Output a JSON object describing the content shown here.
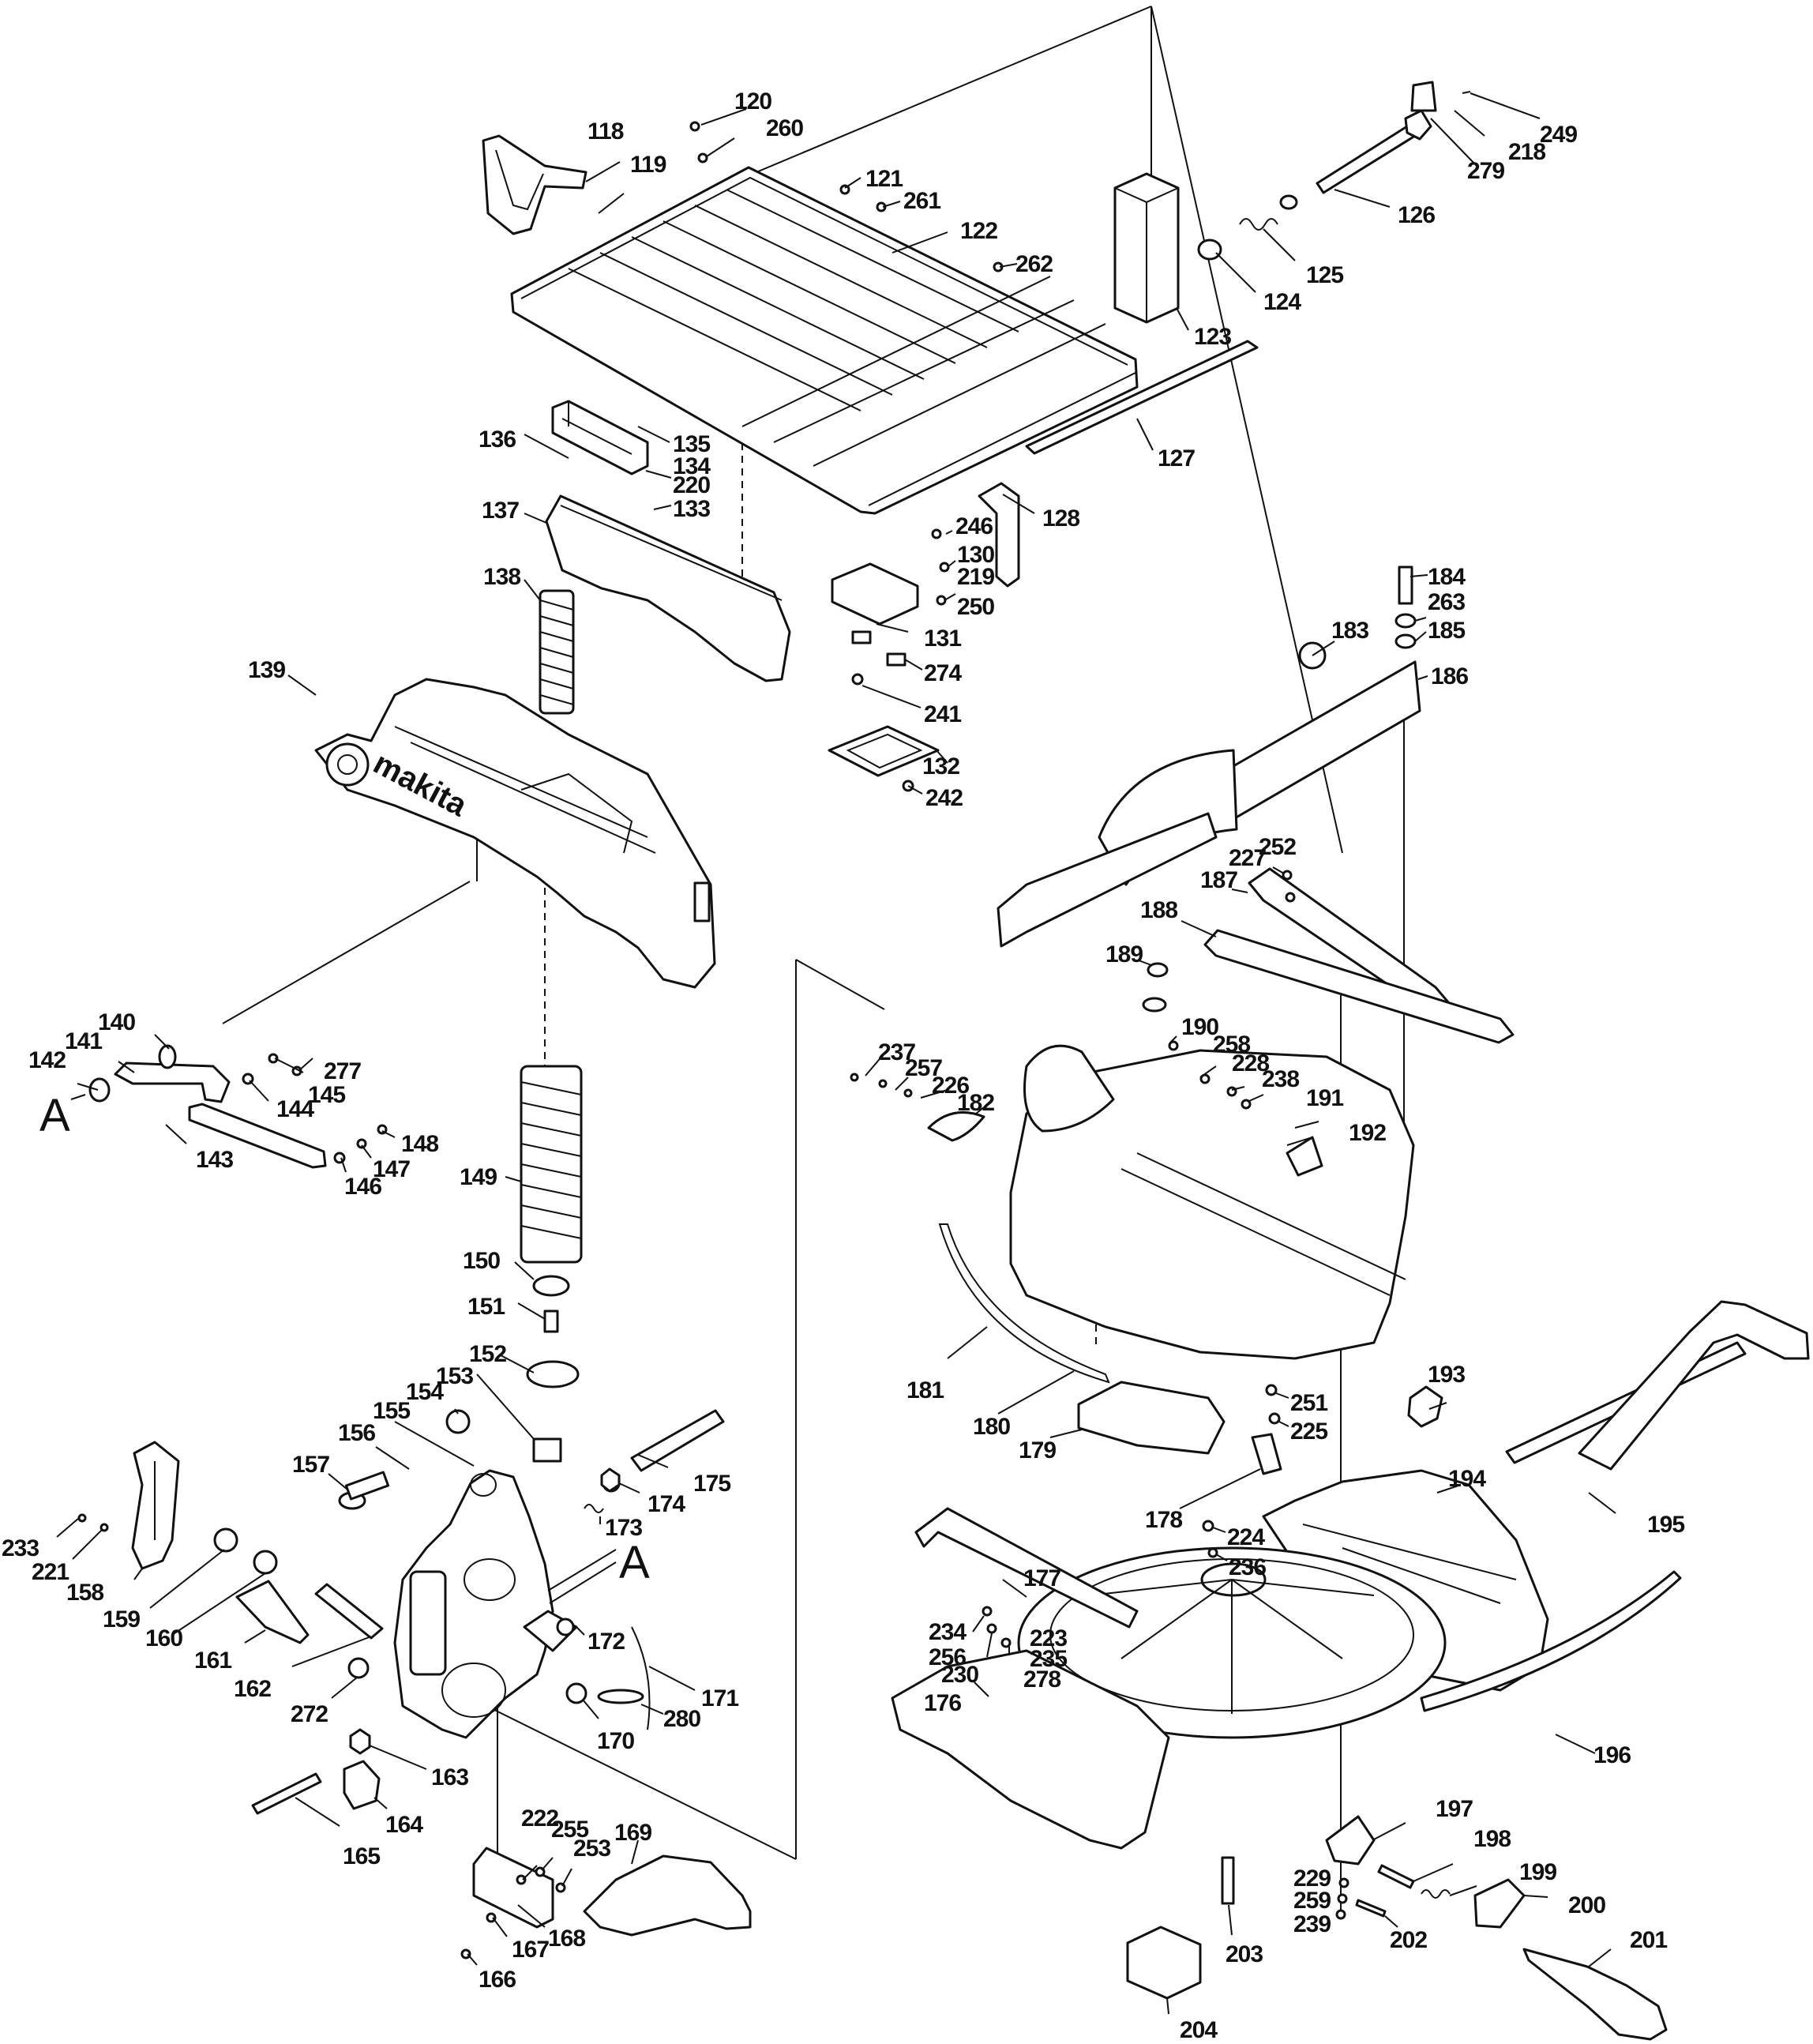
{
  "callouts": [
    "A",
    "A"
  ],
  "brand_logo": "makita",
  "part_numbers": {
    "p118": "118",
    "p119": "119",
    "p120": "120",
    "p260": "260",
    "p121": "121",
    "p261": "261",
    "p122": "122",
    "p262": "262",
    "p123": "123",
    "p124": "124",
    "p125": "125",
    "p126": "126",
    "p127": "127",
    "p128": "128",
    "p279": "279",
    "p218": "218",
    "p249": "249",
    "p136": "136",
    "p135": "135",
    "p134": "134",
    "p220": "220",
    "p133": "133",
    "p137": "137",
    "p138": "138",
    "p246": "246",
    "p130": "130",
    "p219": "219",
    "p250": "250",
    "p131": "131",
    "p274": "274",
    "p241": "241",
    "p132": "132",
    "p242": "242",
    "p139": "139",
    "p140": "140",
    "p141": "141",
    "p142": "142",
    "p277": "277",
    "p145": "145",
    "p144": "144",
    "p143": "143",
    "p148": "148",
    "p147": "147",
    "p146": "146",
    "p149": "149",
    "p150": "150",
    "p151": "151",
    "p152": "152",
    "p153": "153",
    "p154": "154",
    "p155": "155",
    "p156": "156",
    "p157": "157",
    "p174": "174",
    "p175": "175",
    "p173": "173",
    "p172": "172",
    "p233": "233",
    "p221": "221",
    "p158": "158",
    "p159": "159",
    "p160": "160",
    "p161": "161",
    "p162": "162",
    "p272": "272",
    "p163": "163",
    "p164": "164",
    "p165": "165",
    "p170": "170",
    "p171": "171",
    "p280": "280",
    "p222": "222",
    "p255": "255",
    "p253": "253",
    "p169": "169",
    "p168": "168",
    "p167": "167",
    "p166": "166",
    "p184": "184",
    "p263": "263",
    "p185": "185",
    "p183": "183",
    "p186": "186",
    "p227": "227",
    "p252": "252",
    "p187": "187",
    "p188": "188",
    "p189": "189",
    "p237": "237",
    "p257": "257",
    "p226": "226",
    "p182": "182",
    "p190": "190",
    "p258": "258",
    "p228": "228",
    "p238": "238",
    "p191": "191",
    "p192": "192",
    "p181": "181",
    "p180": "180",
    "p179": "179",
    "p251": "251",
    "p225": "225",
    "p193": "193",
    "p178": "178",
    "p224": "224",
    "p236": "236",
    "p194": "194",
    "p195": "195",
    "p177": "177",
    "p234": "234",
    "p223": "223",
    "p256": "256",
    "p235": "235",
    "p230": "230",
    "p278": "278",
    "p176": "176",
    "p196": "196",
    "p197": "197",
    "p198": "198",
    "p199": "199",
    "p200": "200",
    "p229": "229",
    "p259": "259",
    "p239": "239",
    "p202": "202",
    "p201": "201",
    "p203": "203",
    "p204": "204"
  }
}
